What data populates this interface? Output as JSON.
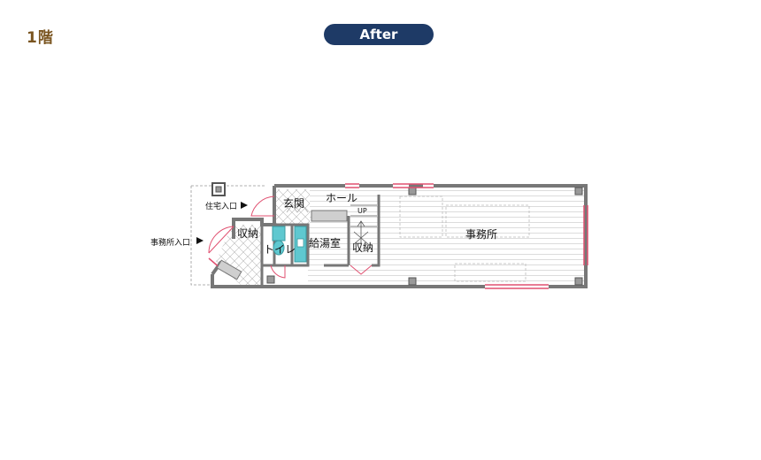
{
  "header": {
    "floor": "1階",
    "badge": "After"
  },
  "entrances": {
    "residence": "住宅入口",
    "office": "事務所入口"
  },
  "rooms": {
    "entry": "玄関",
    "hall": "ホール",
    "storage_left": "収納",
    "toilet": "トイレ",
    "kitchenette": "給湯室",
    "storage_right": "収納",
    "office": "事務所",
    "stair_up": "UP"
  },
  "colors": {
    "wall": "#777777",
    "accent_red": "#e05070",
    "fixture": "#5fc8d0",
    "badge": "#1e3a66",
    "floor_label": "#7a5520"
  }
}
